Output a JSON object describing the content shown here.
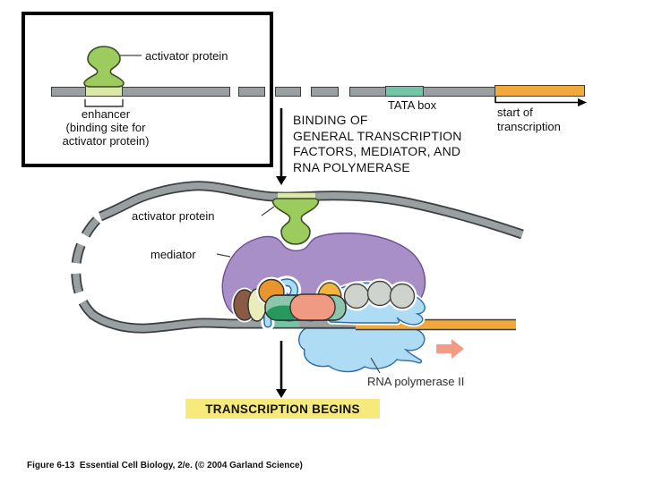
{
  "colors": {
    "strand_gray": "#9aa0a2",
    "strand_edge": "#3b3f42",
    "enhancer_green": "#dce8a8",
    "tata_teal": "#72c6a5",
    "transcript_orange": "#f2a93b",
    "activator_green": "#9ccb5e",
    "mediator_purple": "#a98fc7",
    "polymerase_blue": "#aedcf5",
    "polymerase_edge": "#2e6da4",
    "factor_gray_circle": "#ced3ce",
    "factor_yellow": "#f3b43a",
    "factor_orange": "#e8952e",
    "factor_brown": "#8a5a42",
    "factor_khaki": "#e9edbc",
    "factor_teal": "#8cc6ad",
    "factor_dark_green": "#27995f",
    "factor_salmon": "#f09a84",
    "direction_arrow_salmon": "#f49b86",
    "banner_yellow": "#f7ea7d"
  },
  "inset": {
    "activator_label": "activator protein",
    "enhancer_label": "enhancer",
    "enhancer_sub1": "(binding site for",
    "enhancer_sub2": "activator protein)"
  },
  "gene_track": {
    "tata_label": "TATA box",
    "start_line1": "start of",
    "start_line2": "transcription"
  },
  "process_step": {
    "line1": "BINDING OF",
    "line2": "GENERAL TRANSCRIPTION",
    "line3": "FACTORS, MEDIATOR, AND",
    "line4": "RNA POLYMERASE"
  },
  "complex": {
    "activator_label": "activator protein",
    "mediator_label": "mediator",
    "polymerase_label": "RNA polymerase II"
  },
  "result": {
    "banner": "TRANSCRIPTION BEGINS"
  },
  "caption": {
    "text": "Figure 6-13  Essential Cell Biology, 2/e. (© 2004 Garland Science)"
  }
}
